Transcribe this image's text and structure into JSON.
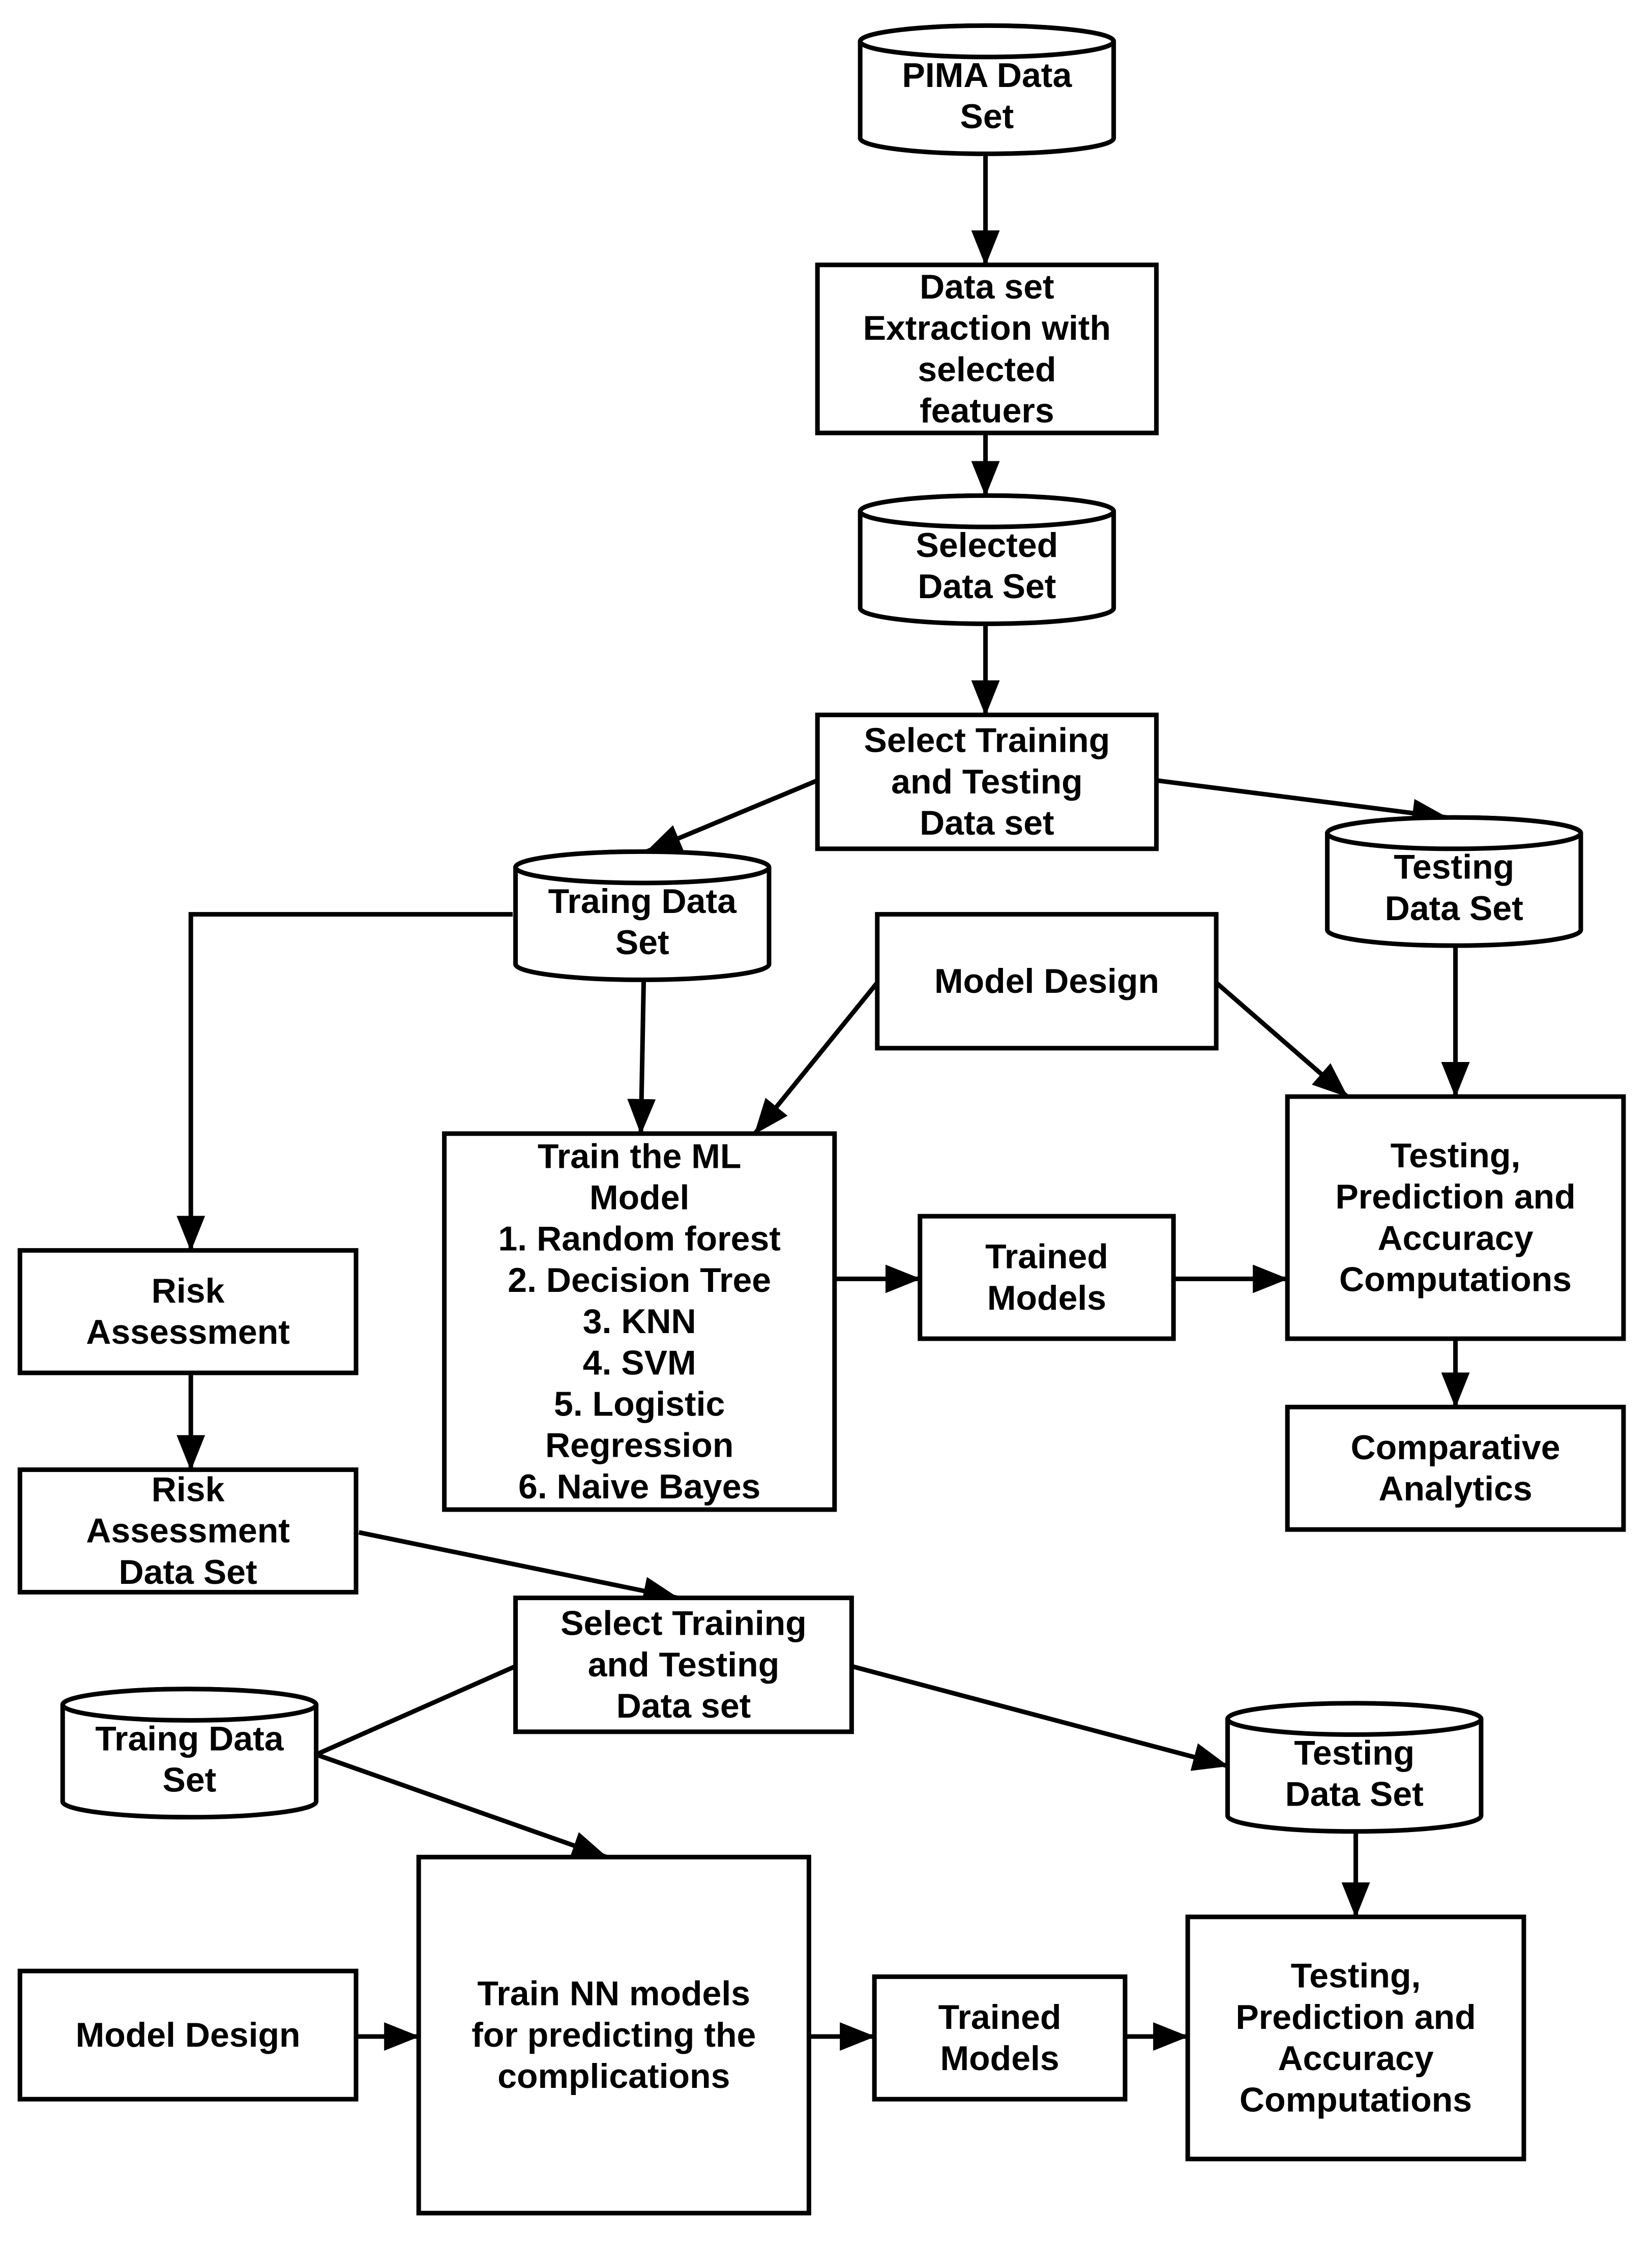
{
  "nodes": {
    "pima": [
      "PIMA Data",
      "Set"
    ],
    "extract": [
      "Data set",
      "Extraction with",
      "selected",
      "featuers"
    ],
    "selected": [
      "Selected",
      "Data Set"
    ],
    "split1": [
      "Select Training",
      "and Testing",
      "Data set"
    ],
    "train1": [
      "Traing Data",
      "Set"
    ],
    "test1": [
      "Testing",
      "Data Set"
    ],
    "design1": [
      "Model Design"
    ],
    "trainml": [
      "Train the ML",
      "Model",
      "1. Random forest",
      "2. Decision Tree",
      "3. KNN",
      "4. SVM",
      "5. Logistic",
      "Regression",
      "6. Naive Bayes"
    ],
    "trained1": [
      "Trained",
      "Models"
    ],
    "eval1": [
      "Testing,",
      "Prediction and",
      "Accuracy",
      "Computations"
    ],
    "compare": [
      "Comparative",
      "Analytics"
    ],
    "risk": [
      "Risk",
      "Assessment"
    ],
    "riskds": [
      "Risk",
      "Assessment",
      "Data Set"
    ],
    "split2": [
      "Select Training",
      "and Testing",
      "Data set"
    ],
    "train2": [
      "Traing Data",
      "Set"
    ],
    "test2": [
      "Testing",
      "Data Set"
    ],
    "trainnn": [
      "Train NN models",
      "for predicting the",
      "complications"
    ],
    "design2": [
      "Model Design"
    ],
    "trained2": [
      "Trained",
      "Models"
    ],
    "eval2": [
      "Testing,",
      "Prediction and",
      "Accuracy",
      "Computations"
    ]
  }
}
